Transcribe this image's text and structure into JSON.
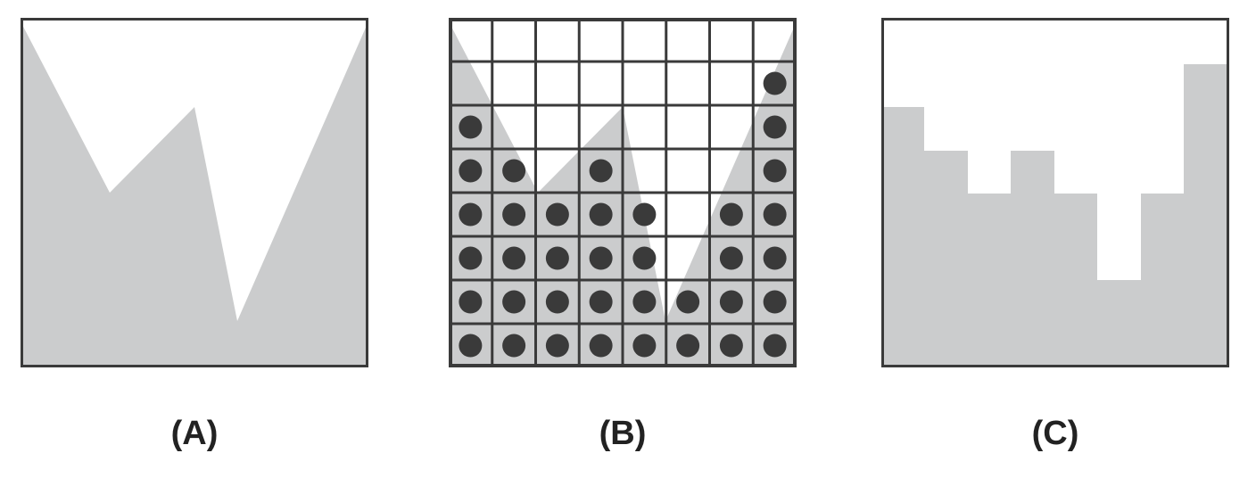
{
  "panels": [
    {
      "id": "A",
      "label": "(A)"
    },
    {
      "id": "B",
      "label": "(B)"
    },
    {
      "id": "C",
      "label": "(C)"
    }
  ],
  "grid": {
    "rows": 8,
    "cols": 8,
    "samples": [
      [
        0,
        0,
        0,
        0,
        0,
        0,
        0,
        0
      ],
      [
        0,
        0,
        0,
        0,
        0,
        0,
        0,
        1
      ],
      [
        1,
        0,
        0,
        0,
        0,
        0,
        0,
        1
      ],
      [
        1,
        1,
        0,
        1,
        0,
        0,
        0,
        1
      ],
      [
        1,
        1,
        1,
        1,
        1,
        0,
        1,
        1
      ],
      [
        1,
        1,
        1,
        1,
        1,
        0,
        1,
        1
      ],
      [
        1,
        1,
        1,
        1,
        1,
        1,
        1,
        1
      ],
      [
        1,
        1,
        1,
        1,
        1,
        1,
        1,
        1
      ]
    ]
  },
  "colors": {
    "fill": "#cbcccd",
    "background": "#ffffff",
    "border": "#3a3a3a",
    "dot": "#3a3a3a"
  }
}
